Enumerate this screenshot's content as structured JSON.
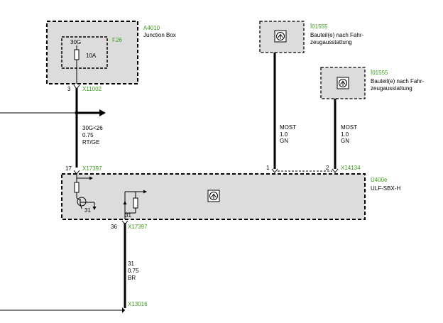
{
  "components": {
    "junction_box": {
      "id": "A4010",
      "name": "Junction Box"
    },
    "fuse": {
      "id": "F26",
      "line_label": "30G",
      "rating": "10A"
    },
    "optional_1": {
      "id": "Î01555",
      "line1": "Bauteil(e) nach Fahr-",
      "line2": "zeugausstattung"
    },
    "optional_2": {
      "id": "Î01555",
      "line1": "Bauteil(e) nach Fahr-",
      "line2": "zeugausstattung"
    },
    "ulf_module": {
      "id": "Ü400e",
      "name": "ULF-SBX-H",
      "ground_label_1": "31",
      "ground_label_2": "31"
    }
  },
  "connectors": {
    "x11002": {
      "id": "X11002",
      "pin": "3"
    },
    "x17397_top": {
      "id": "X17397",
      "pin": "17"
    },
    "x14134": {
      "id": "X14134",
      "pin_left": "1",
      "pin_right": "2"
    },
    "x17397_bottom": {
      "id": "X17397",
      "pin": "36"
    },
    "x13016": {
      "id": "X13016"
    }
  },
  "wires": {
    "supply": {
      "signal": "30G<26",
      "size": "0.75",
      "color": "RT/GE"
    },
    "most_1": {
      "signal": "MOST",
      "size": "1.0",
      "color": "GN"
    },
    "most_2": {
      "signal": "MOST",
      "size": "1.0",
      "color": "GN"
    },
    "ground": {
      "signal": "31",
      "size": "0.75",
      "color": "BR"
    }
  },
  "colors": {
    "component_label": "#3a9a1a",
    "box_fill": "#dcdcdc",
    "wire": "#000000"
  },
  "icons": [
    "fuse-icon",
    "component-symbol-icon",
    "resistor-icon",
    "transistor-icon",
    "ground-icon",
    "arrow-icon"
  ]
}
